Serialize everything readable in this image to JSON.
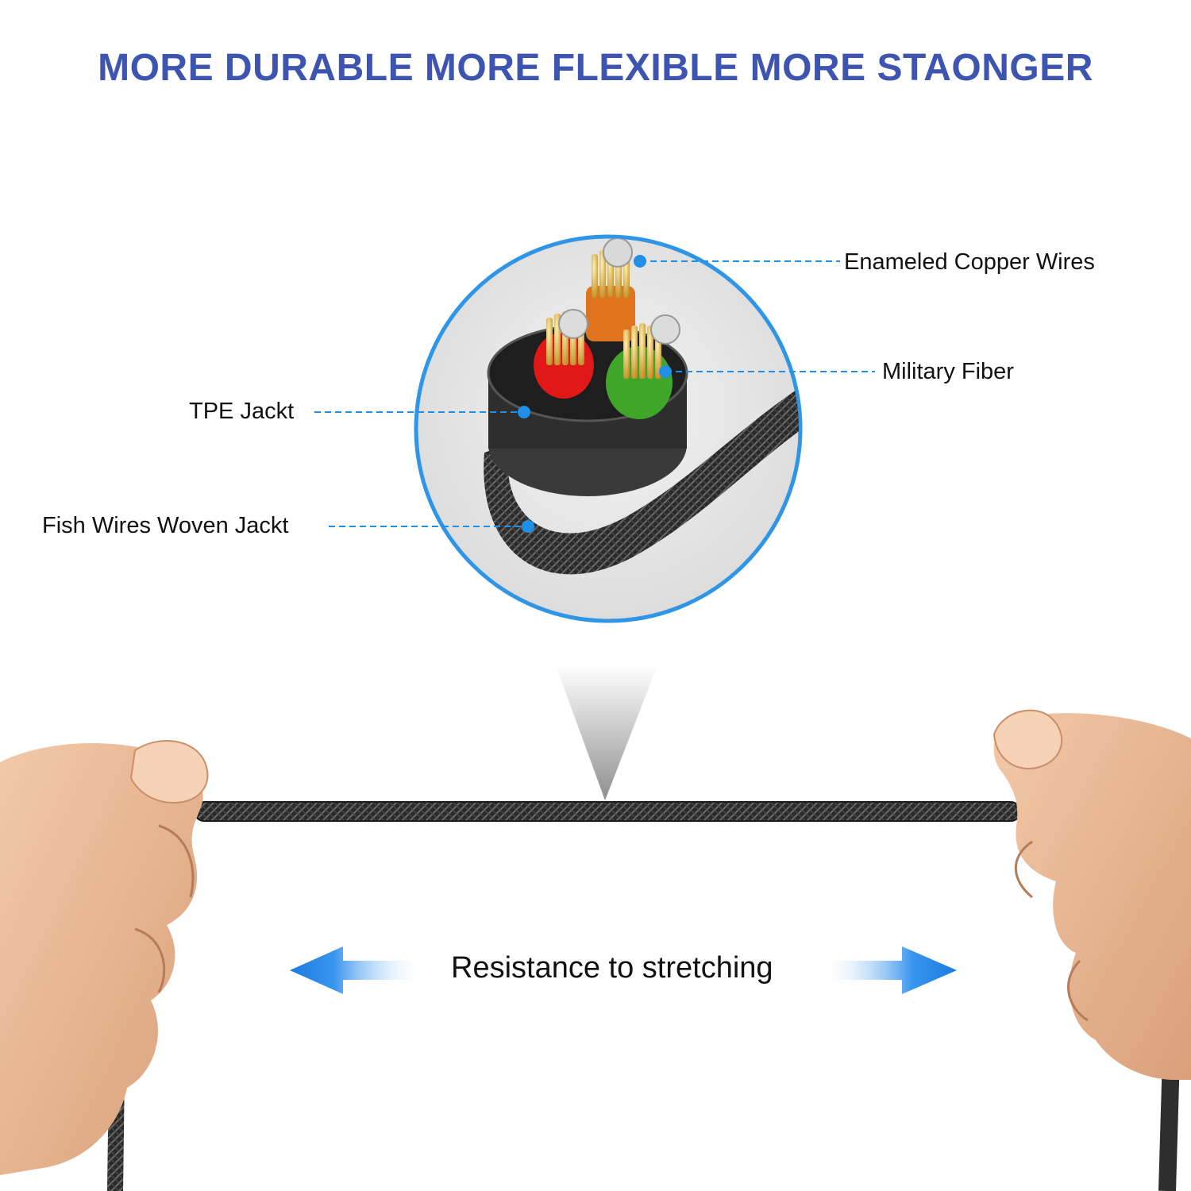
{
  "headline": "MORE DURABLE MORE FLEXIBLE MORE STAONGER",
  "callouts": {
    "enameled_copper_wires": "Enameled Copper Wires",
    "military_fiber": "Military Fiber",
    "tpe_jacket": "TPE Jackt",
    "fish_wires_woven_jacket": "Fish Wires Woven Jackt"
  },
  "stretch_label": "Resistance to stretching",
  "colors": {
    "headline": "#3d55b0",
    "accent_blue": "#1f8fe8",
    "circle_border": "#2f95e6",
    "core_red": "#e01818",
    "core_green": "#3fa62a",
    "core_orange": "#e0741e",
    "cable": "#2e2e2e"
  },
  "icons": [
    "zoom-pointer-icon",
    "left-arrow-icon",
    "right-arrow-icon"
  ]
}
